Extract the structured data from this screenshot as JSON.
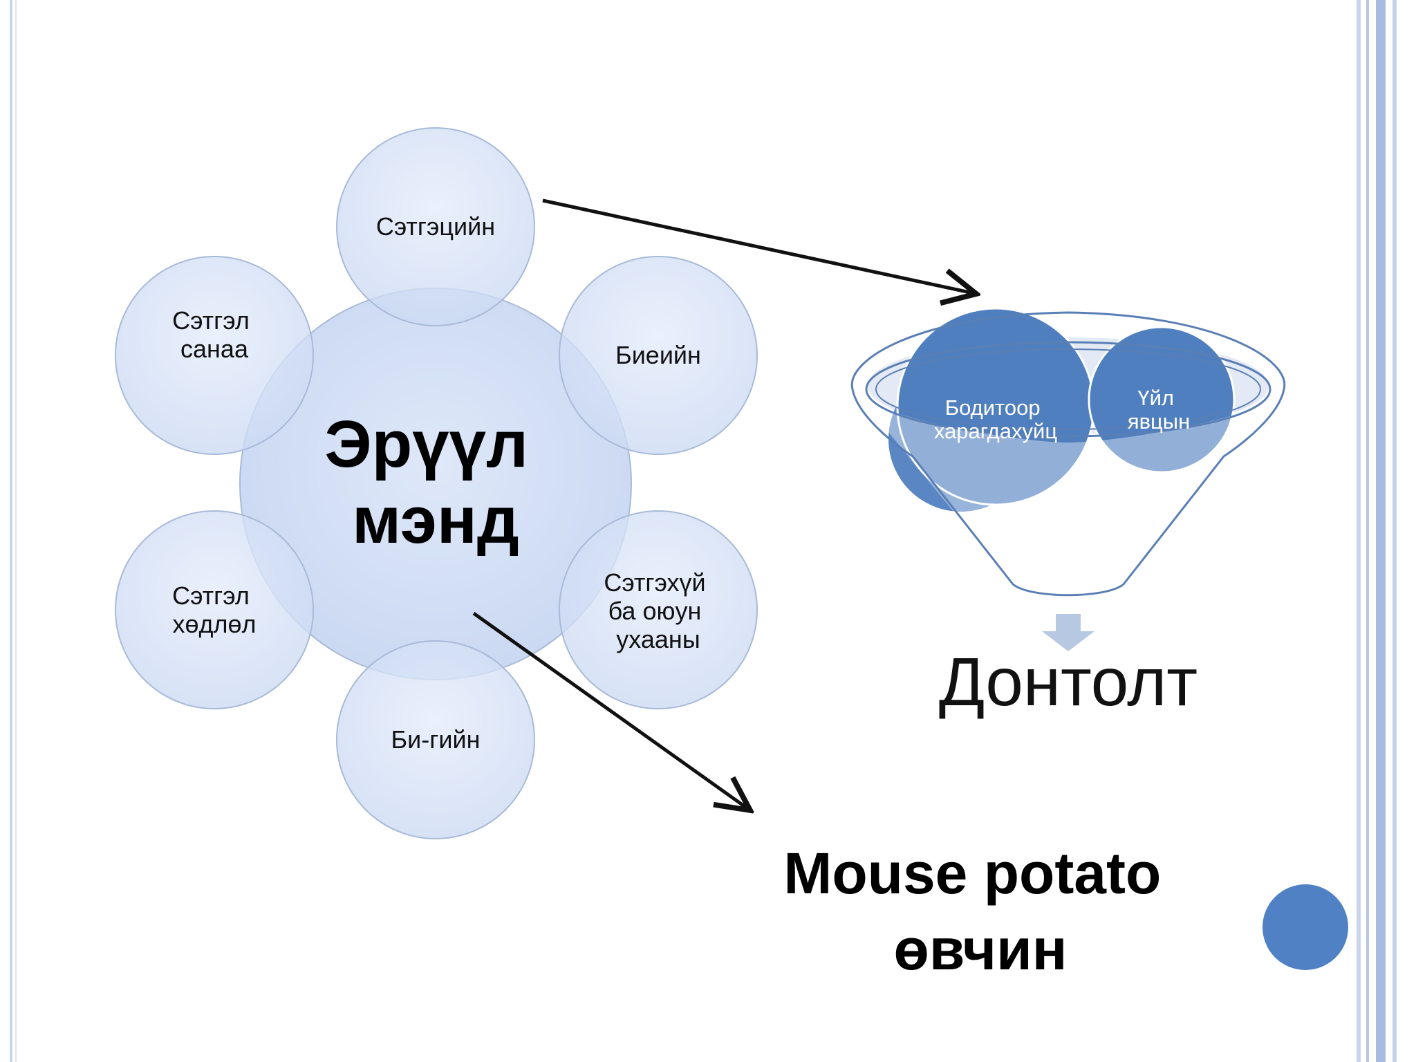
{
  "colors": {
    "frame": "#aabbd9",
    "satellite_fill": "#d7e2f6",
    "center_fill": "#cad8f2",
    "funnel_ball": "#4f7fbe",
    "funnel_ball_light": "#93b0d8",
    "arrow": "#111111",
    "down_arrow": "#b7c8e2",
    "accent_dot": "#4f81c4"
  },
  "diagram": {
    "center_label": [
      "Эрүүл",
      "мэнд"
    ],
    "satellites": [
      {
        "id": "top",
        "lines": [
          "Сэтгэцийн"
        ]
      },
      {
        "id": "upper-right",
        "lines": [
          "Биеийн"
        ]
      },
      {
        "id": "lower-right",
        "lines": [
          "Сэтгэхүй",
          "ба оюун",
          "ухааны"
        ]
      },
      {
        "id": "bottom",
        "lines": [
          "Би-гийн"
        ]
      },
      {
        "id": "lower-left",
        "lines": [
          "Сэтгэл",
          "хөдлөл"
        ]
      },
      {
        "id": "upper-left",
        "lines": [
          "Сэтгэл",
          "санаа"
        ]
      }
    ]
  },
  "funnel": {
    "balls": [
      {
        "lines": [
          "Бодитоор",
          "харагдахуйц"
        ]
      },
      {
        "lines": [
          "Үйл",
          "явцын"
        ]
      }
    ],
    "result_label": "Донтолт"
  },
  "outcome": {
    "lines": [
      "Mouse potato",
      "өвчин"
    ]
  },
  "icons": [
    "arrow-right-icon",
    "arrow-down-icon",
    "accent-dot-icon"
  ]
}
